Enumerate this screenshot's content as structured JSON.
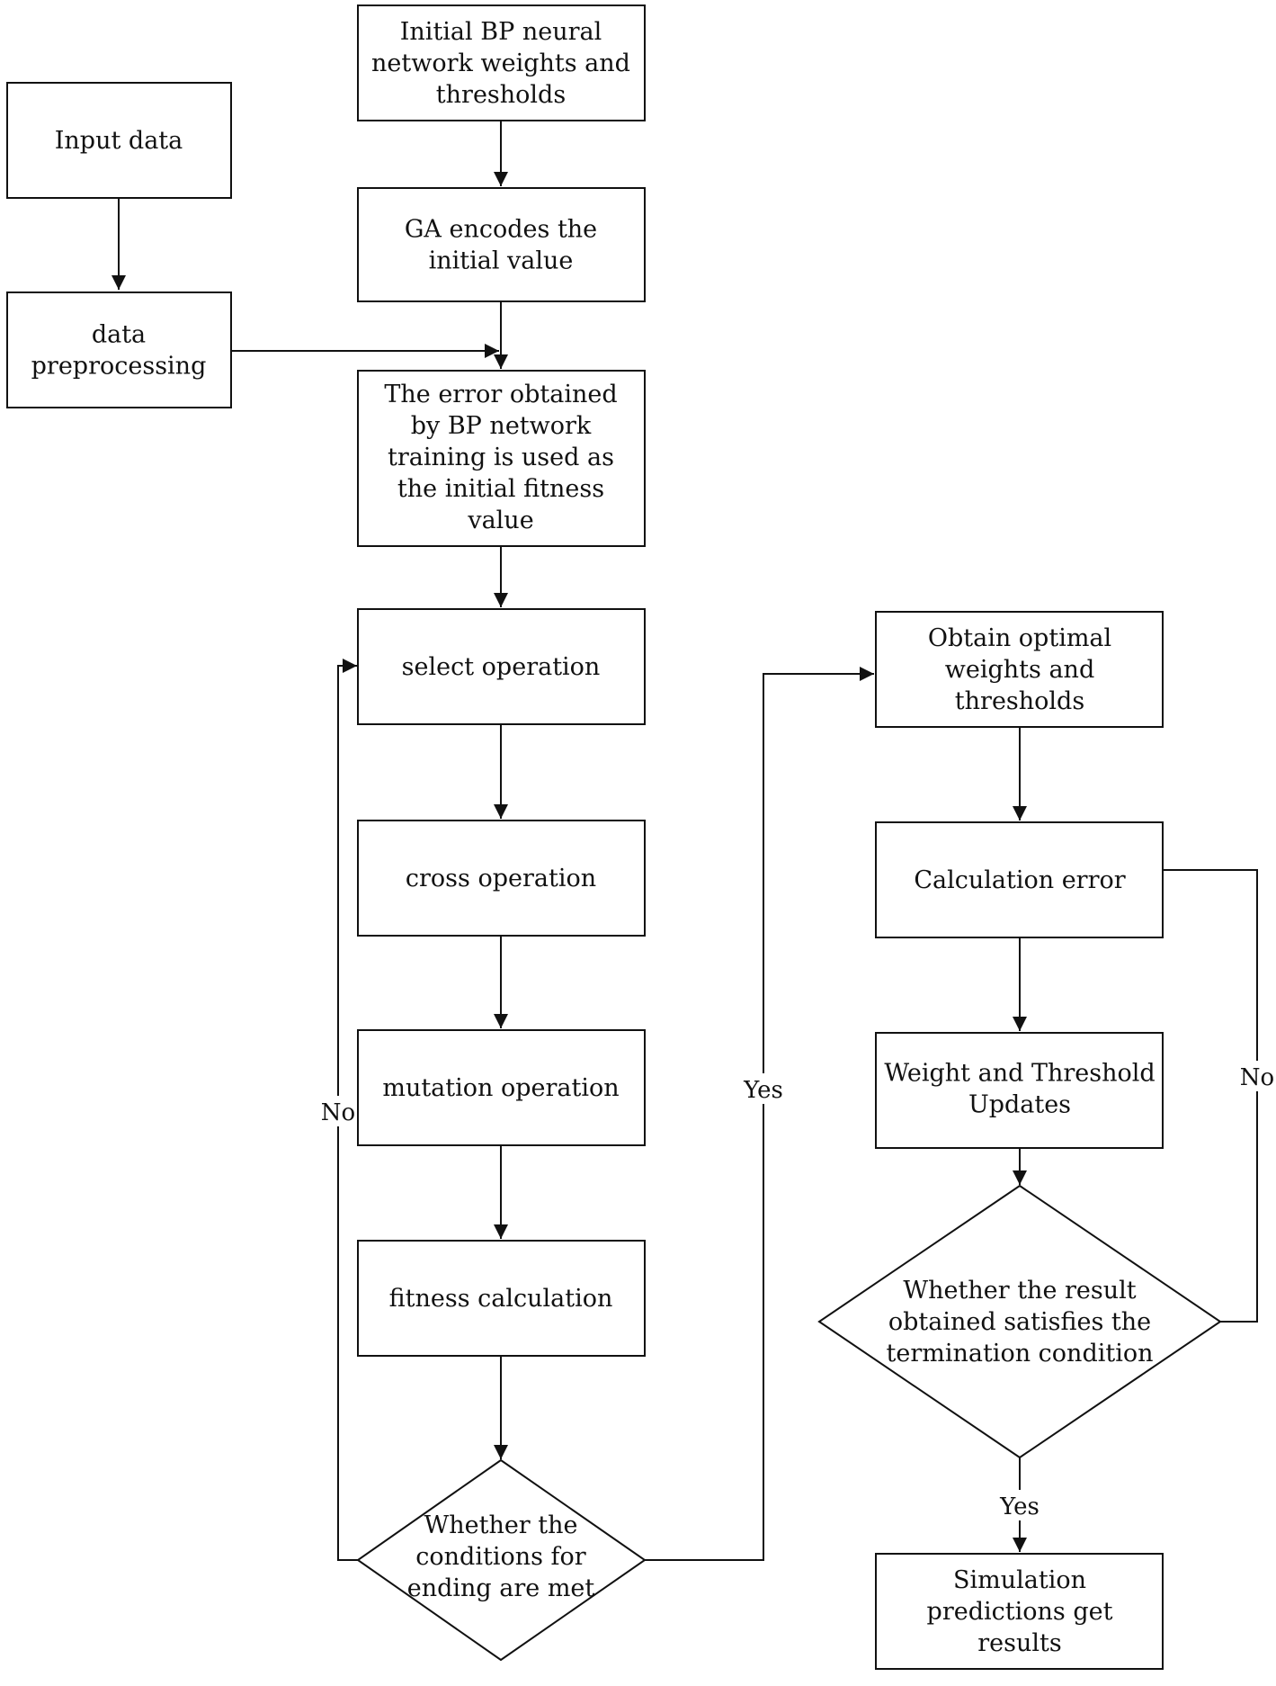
{
  "nodes": {
    "input_data": [
      "Input data"
    ],
    "data_preprocessing": [
      "data",
      "preprocessing"
    ],
    "initial_bp": [
      "Initial BP neural",
      "network weights and",
      "thresholds"
    ],
    "ga_encodes": [
      "GA encodes the",
      "initial value"
    ],
    "error_fitness": [
      "The error obtained",
      "by BP network",
      "training is used as",
      "the initial fitness",
      "value"
    ],
    "select_operation": [
      "select operation"
    ],
    "cross_operation": [
      "cross operation"
    ],
    "mutation_operation": [
      "mutation operation"
    ],
    "fitness_calculation": [
      "fitness calculation"
    ],
    "ending_conditions": [
      "Whether the",
      "conditions for",
      "ending are met"
    ],
    "optimal_weights": [
      "Obtain optimal",
      "weights and",
      "thresholds"
    ],
    "calculation_error": [
      "Calculation error"
    ],
    "weight_threshold_updates": [
      "Weight and Threshold",
      "Updates"
    ],
    "termination_condition": [
      "Whether the result",
      "obtained satisfies the",
      "termination condition"
    ],
    "simulation_results": [
      "Simulation",
      "predictions get",
      "results"
    ]
  },
  "edge_labels": {
    "ga_loop_no": "No",
    "ga_exit_yes": "Yes",
    "bp_loop_no": "No",
    "bp_exit_yes": "Yes"
  },
  "colors": {
    "stroke": "#111111",
    "fill": "#ffffff",
    "text": "#111111"
  }
}
